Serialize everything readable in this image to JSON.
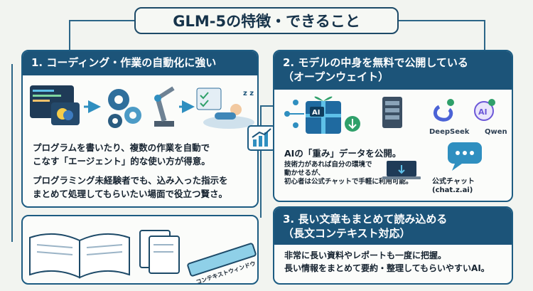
{
  "title": "GLM-5の特徴・できること",
  "sections": [
    {
      "heading": "1. コーディング・作業の自動化に強い",
      "paragraph1_line1": "プログラムを書いたり、複数の作業を自動で",
      "paragraph1_line2": "こなす「エージェント」的な使い方が得意。",
      "paragraph2_line1": "プログラミング未経験者でも、込み入った指示を",
      "paragraph2_line2": "まとめて処理してもらいたい場面で役立つ賢さ。"
    },
    {
      "heading_line1": "2. モデルの中身を無料で公開している",
      "heading_line2": "（オープンウェイト）",
      "main_text": "AIの「重み」データを公開。",
      "sub_line1": "技術力があれば自分の環境で",
      "sub_line2": "動かせるが、",
      "sub_line3": "初心者は公式チャットで手軽に利用可能。",
      "chat_label": "公式チャット(chat.z.ai)",
      "ai_box_label": "AI",
      "brand1": "DeepSeek",
      "brand2": "Qwen",
      "brand2_icon": "AI"
    },
    {
      "heading_line1": "3. 長い文章もまとめて読み込める",
      "heading_line2": "（長文コンテキスト対応）",
      "line1": "非常に長い資料やレポートも一度に把握。",
      "line2": "長い情報をまとめて要約・整理してもらいやすいAI。",
      "ruler_label": "コンテキストウィンドウ"
    }
  ],
  "colors": {
    "navy": "#1c5479",
    "accent": "#2f8fc0",
    "bg": "#f2f4f0"
  }
}
